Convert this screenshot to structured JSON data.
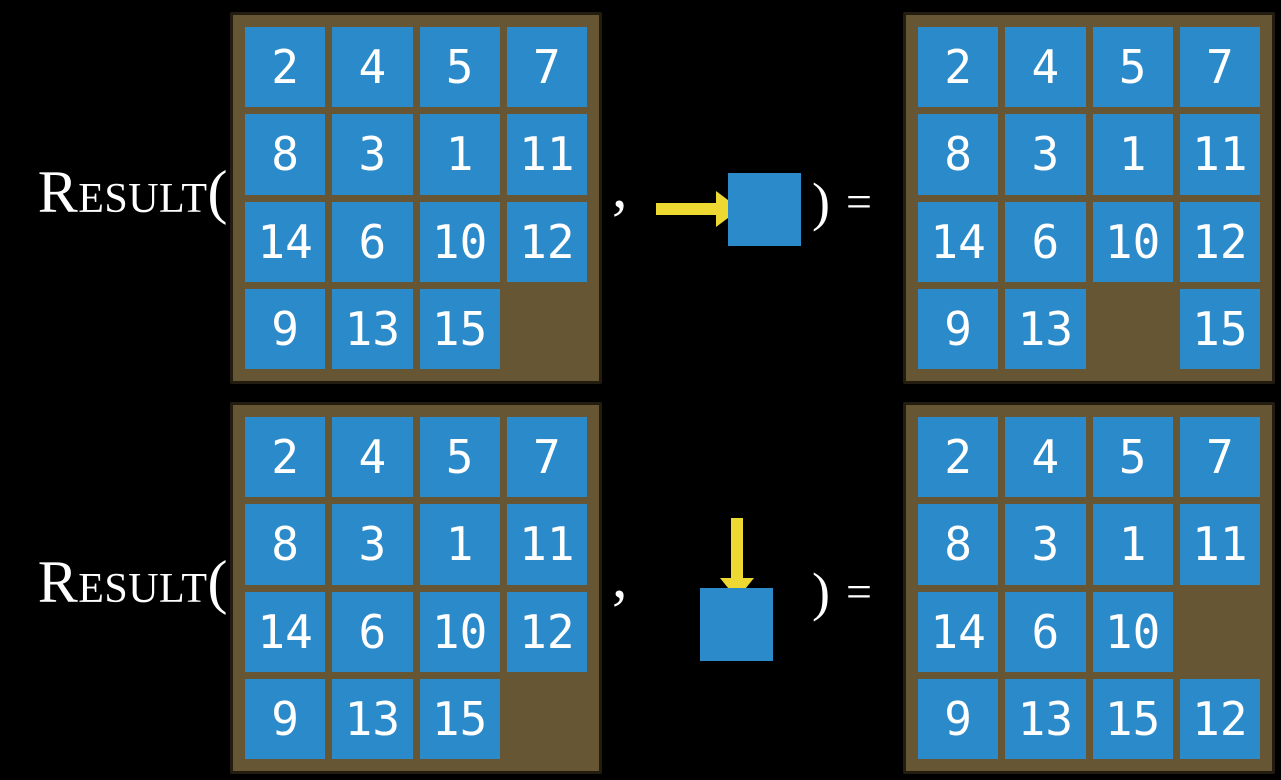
{
  "colors": {
    "background": "#000000",
    "board_brown": "#675634",
    "board_border": "#231c11",
    "tile_blue": "#2b8aca",
    "arrow_yellow": "#eed832",
    "text_white": "#ffffff"
  },
  "rows": [
    {
      "label": "Result(",
      "comma": ",",
      "close_paren": ")",
      "equals": "=",
      "move_direction": "right",
      "before_grid": [
        [
          "2",
          "4",
          "5",
          "7"
        ],
        [
          "8",
          "3",
          "1",
          "11"
        ],
        [
          "14",
          "6",
          "10",
          "12"
        ],
        [
          "9",
          "13",
          "15",
          ""
        ]
      ],
      "after_grid": [
        [
          "2",
          "4",
          "5",
          "7"
        ],
        [
          "8",
          "3",
          "1",
          "11"
        ],
        [
          "14",
          "6",
          "10",
          "12"
        ],
        [
          "9",
          "13",
          "",
          "15"
        ]
      ]
    },
    {
      "label": "Result(",
      "comma": ",",
      "close_paren": ")",
      "equals": "=",
      "move_direction": "down",
      "before_grid": [
        [
          "2",
          "4",
          "5",
          "7"
        ],
        [
          "8",
          "3",
          "1",
          "11"
        ],
        [
          "14",
          "6",
          "10",
          "12"
        ],
        [
          "9",
          "13",
          "15",
          ""
        ]
      ],
      "after_grid": [
        [
          "2",
          "4",
          "5",
          "7"
        ],
        [
          "8",
          "3",
          "1",
          "11"
        ],
        [
          "14",
          "6",
          "10",
          ""
        ],
        [
          "9",
          "13",
          "15",
          "12"
        ]
      ]
    }
  ]
}
